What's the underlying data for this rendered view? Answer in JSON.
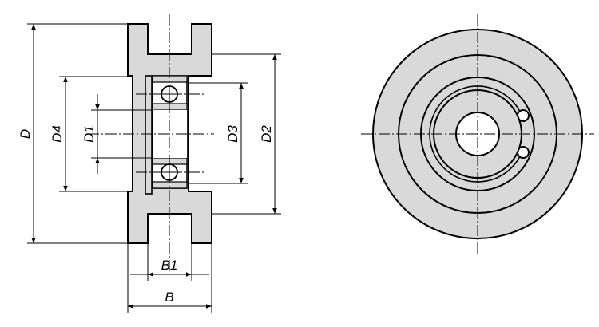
{
  "labels": {
    "D": "D",
    "D4": "D4",
    "D1": "D1",
    "D3": "D3",
    "D2": "D2",
    "B1": "B1",
    "B": "B"
  },
  "colors": {
    "fill": "#d9d9d9",
    "line": "#000000",
    "background": "#ffffff"
  }
}
